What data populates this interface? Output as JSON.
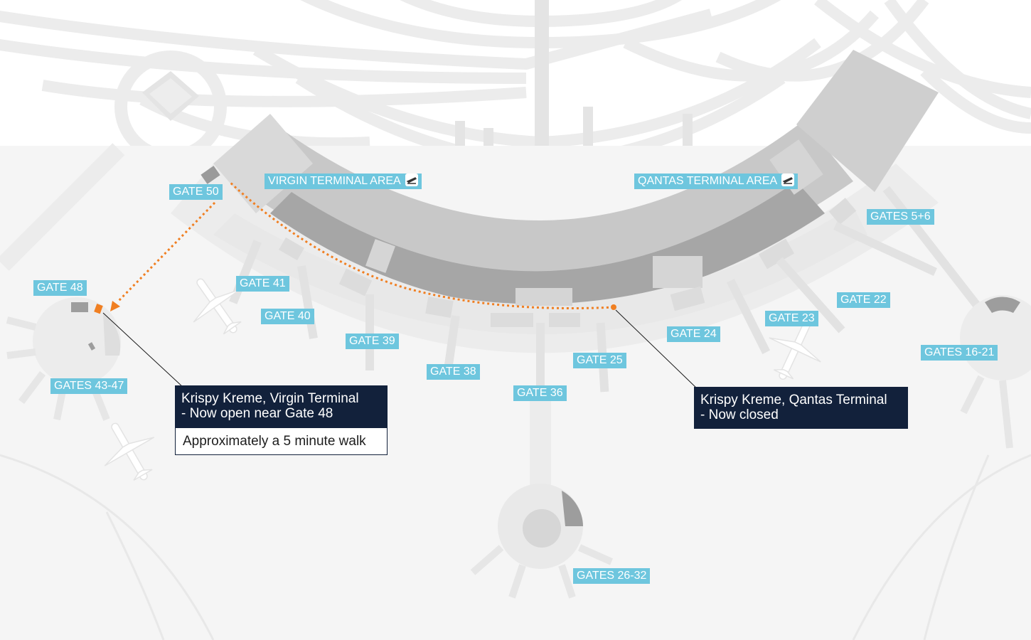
{
  "map": {
    "colors": {
      "background": "#ffffff",
      "apron": "#f3f3f3",
      "roads": "#e9e9e9",
      "terminal_light": "#e6e6e6",
      "terminal_mid": "#c9c9c9",
      "terminal_dark": "#9d9d9d",
      "label_bg": "#6ec6de",
      "label_text": "#ffffff",
      "route": "#f07f22",
      "callout_bg": "#12213b"
    },
    "areas": [
      {
        "id": "virgin",
        "label": "VIRGIN TERMINAL AREA",
        "icon": "departures-icon"
      },
      {
        "id": "qantas",
        "label": "QANTAS TERMINAL AREA",
        "icon": "departures-icon"
      }
    ],
    "gates": [
      {
        "id": "gate-50",
        "label": "GATE 50"
      },
      {
        "id": "gate-48",
        "label": "GATE 48"
      },
      {
        "id": "gate-41",
        "label": "GATE 41"
      },
      {
        "id": "gate-40",
        "label": "GATE 40"
      },
      {
        "id": "gate-39",
        "label": "GATE 39"
      },
      {
        "id": "gate-38",
        "label": "GATE 38"
      },
      {
        "id": "gate-36",
        "label": "GATE 36"
      },
      {
        "id": "gate-25",
        "label": "GATE 25"
      },
      {
        "id": "gate-24",
        "label": "GATE 24"
      },
      {
        "id": "gate-23",
        "label": "GATE 23"
      },
      {
        "id": "gate-22",
        "label": "GATE 22"
      },
      {
        "id": "gates-5-6",
        "label": "GATES 5+6"
      },
      {
        "id": "gates-16-21",
        "label": "GATES 16-21"
      },
      {
        "id": "gates-43-47",
        "label": "GATES 43-47"
      },
      {
        "id": "gates-26-32",
        "label": "GATES 26-32"
      }
    ],
    "callouts": {
      "virgin": {
        "line1": "Krispy Kreme, Virgin Terminal",
        "line2": "- Now open near Gate 48",
        "note": "Approximately a 5 minute walk"
      },
      "qantas": {
        "line1": "Krispy Kreme, Qantas Terminal",
        "line2": "- Now closed"
      }
    }
  }
}
